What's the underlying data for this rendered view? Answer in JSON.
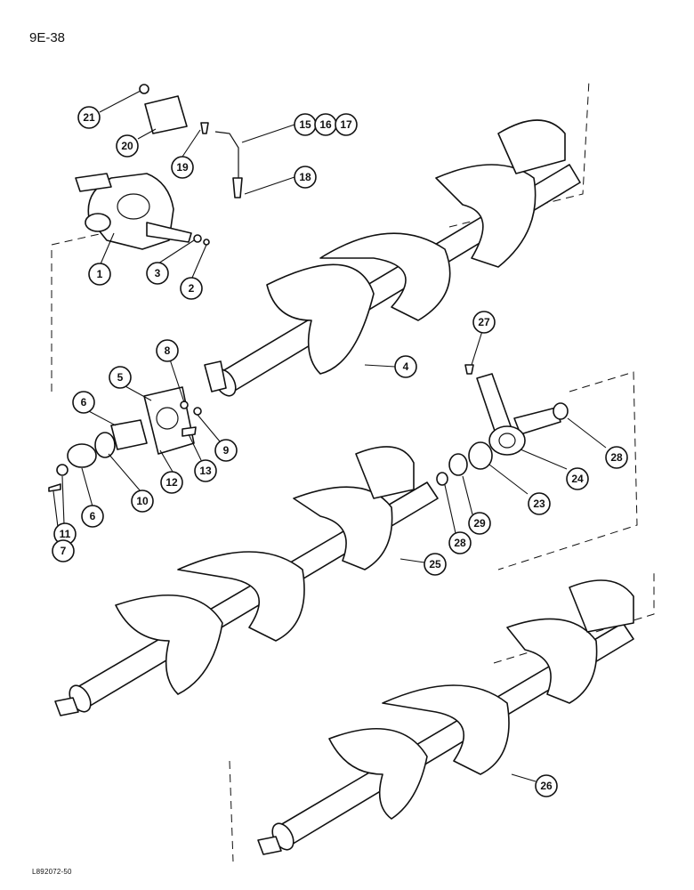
{
  "page_code": "9E-38",
  "doc_code": "L892072-50",
  "callouts": {
    "c1": "1",
    "c2": "2",
    "c3": "3",
    "c4": "4",
    "c5": "5",
    "c6a": "6",
    "c6b": "6",
    "c7": "7",
    "c8": "8",
    "c9": "9",
    "c10": "10",
    "c11": "11",
    "c12": "12",
    "c13": "13",
    "c15": "15",
    "c16": "16",
    "c17": "17",
    "c18": "18",
    "c19": "19",
    "c20": "20",
    "c21": "21",
    "c23": "23",
    "c24": "24",
    "c25": "25",
    "c26": "26",
    "c27": "27",
    "c28a": "28",
    "c28b": "28",
    "c29": "29"
  }
}
